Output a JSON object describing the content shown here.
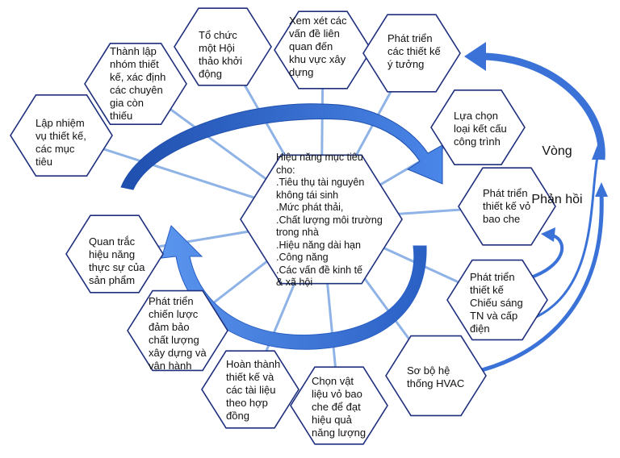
{
  "colors": {
    "hex_stroke": "#1e2f7e",
    "spoke": "#8fb3e6",
    "arrow_fill": "#3a72d8",
    "arrow_dark": "#1f4fae",
    "text": "#111111"
  },
  "center": {
    "lines": [
      "Hiệu năng mục tiêu",
      "cho:",
      ".Tiêu thụ tài nguyên",
      "không tái sinh",
      ".Mức phát thải,",
      ".Chất lượng môi trường",
      "trong nhà",
      ".Hiệu năng dài hạn",
      ".Công năng",
      ".Các vấn đề kinh tế",
      "& xã hội"
    ]
  },
  "nodes": [
    {
      "id": "lap-nhiem-vu",
      "lines": [
        "Lập nhiệm",
        "vụ thiết kế,",
        "các mục",
        "tiêu"
      ]
    },
    {
      "id": "thanh-lap-nhom",
      "lines": [
        "Thành lập",
        "nhóm thiết",
        "kế, xác định",
        "các chuyên",
        "gia còn",
        "thiếu"
      ]
    },
    {
      "id": "to-chuc-hoi-thao",
      "lines": [
        "Tổ chức",
        "một Hội",
        "thảo khởi",
        "động"
      ]
    },
    {
      "id": "xem-xet-khu-vuc",
      "lines": [
        "Xem xét các",
        "vấn đề liên",
        "quan đến",
        "khu vực xây",
        "dựng"
      ]
    },
    {
      "id": "phat-trien-y-tuong",
      "lines": [
        "Phát triển",
        "các thiết kế",
        "ý tưởng"
      ]
    },
    {
      "id": "lua-chon-ket-cau",
      "lines": [
        "Lựa chọn",
        "loại kết cấu",
        "công trình"
      ]
    },
    {
      "id": "phat-trien-vo-bao-che",
      "lines": [
        "Phát triển",
        "thiết kế vỏ",
        "bao che"
      ]
    },
    {
      "id": "chieu-sang-cap-dien",
      "lines": [
        "Phát triển",
        "thiết kế",
        "Chiếu sáng",
        "TN và cấp",
        "điện"
      ]
    },
    {
      "id": "so-bo-hvac",
      "lines": [
        "Sơ bộ hệ",
        "thống HVAC"
      ]
    },
    {
      "id": "chon-vat-lieu",
      "lines": [
        "Chọn vật",
        "liệu vỏ bao",
        "che để đạt",
        "hiệu quả",
        "năng lượng"
      ]
    },
    {
      "id": "hoan-thanh-tai-lieu",
      "lines": [
        "Hoàn thành",
        "thiết kế và",
        "các tài liệu",
        "theo hợp",
        "đồng"
      ]
    },
    {
      "id": "chien-luoc-chat-luong",
      "lines": [
        "Phát triển",
        "chiến lược",
        "đảm bảo",
        "chất lượng",
        "xây dựng và",
        "vận hành"
      ]
    },
    {
      "id": "quan-trac-hieu-nang",
      "lines": [
        "Quan trắc",
        "hiệu năng",
        "thực sự của",
        "sản phẩm"
      ]
    }
  ],
  "feedback": {
    "lines": [
      "Vòng",
      "Phản hồi"
    ]
  }
}
